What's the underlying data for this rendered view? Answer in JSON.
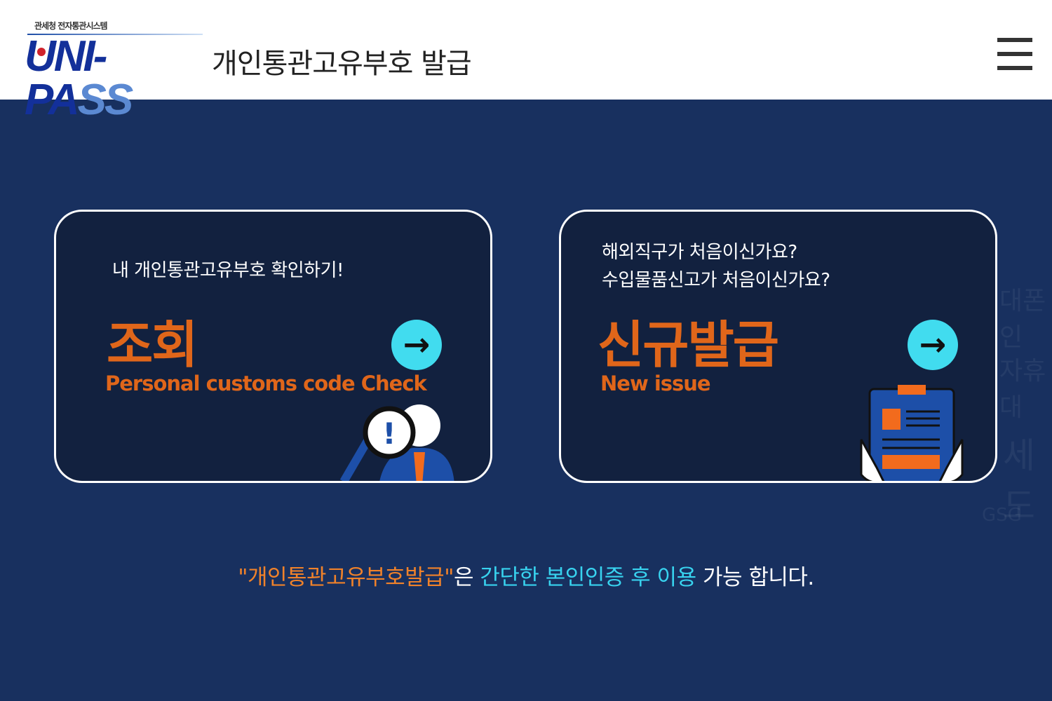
{
  "header": {
    "logo_sub": "관세청 전자통관시스템",
    "logo_main": "UNI-PA",
    "logo_accent": "SS",
    "title": "개인통관고유부호 발급",
    "menu_icon": "hamburger-icon"
  },
  "cards": [
    {
      "intro": "내 개인통관고유부호 확인하기!",
      "title": "조회",
      "subtitle": "Personal customs code Check",
      "icon": "arrow-right-icon"
    },
    {
      "intro_lines": [
        "해외직구가 처음이신가요?",
        "수입물품신고가 처음이신가요?"
      ],
      "title": "신규발급",
      "subtitle": "New issue",
      "icon": "arrow-right-icon"
    }
  ],
  "footer": {
    "part1": "\"개인통관고유부호발급\"",
    "part2": "은 ",
    "part3": "간단한 본인인증 후 이용",
    "part4": " 가능 합니다."
  },
  "colors": {
    "accent_orange": "#e0661a",
    "accent_cyan": "#41dcef",
    "background": "#18305f",
    "card": "#12213f"
  }
}
